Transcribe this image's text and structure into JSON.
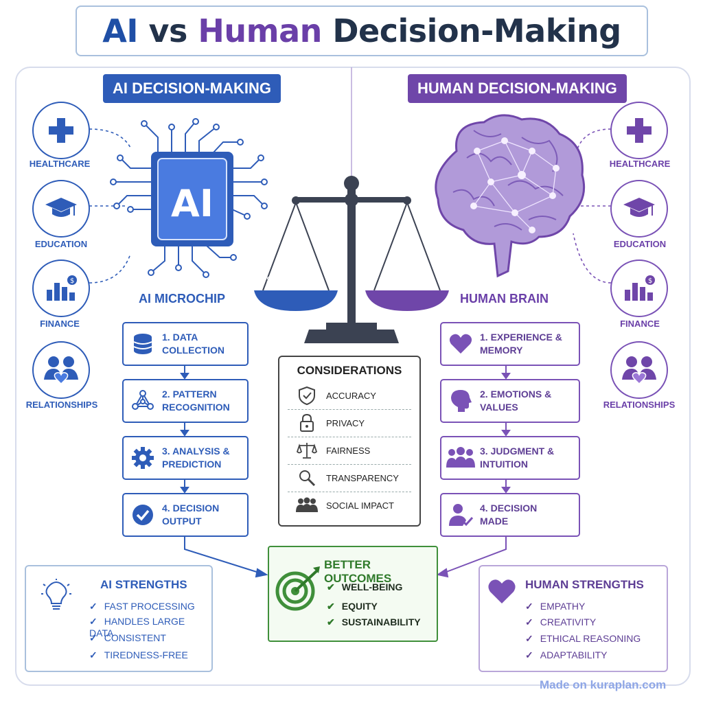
{
  "title": {
    "part1": "AI",
    "part2": "vs",
    "part3": "Human",
    "part4": "Decision-Making"
  },
  "ai": {
    "header": "AI DECISION-MAKING",
    "chip_text": "AI",
    "chip_label": "AI MICROCHIP",
    "domains": [
      "HEALTHCARE",
      "EDUCATION",
      "FINANCE",
      "RELATIONSHIPS"
    ],
    "steps": [
      {
        "num": "1.",
        "text": "DATA\nCOLLECTION"
      },
      {
        "num": "2.",
        "text": "PATTERN\nRECOGNITION"
      },
      {
        "num": "3.",
        "text": "ANALYSIS &\nPREDICTION"
      },
      {
        "num": "4.",
        "text": "DECISION\nOUTPUT"
      }
    ],
    "strengths_title": "AI STRENGTHS",
    "strengths": [
      "FAST PROCESSING",
      "HANDLES LARGE DATA",
      "CONSISTENT",
      "TIREDNESS-FREE"
    ]
  },
  "human": {
    "header": "HUMAN DECISION-MAKING",
    "brain_label": "HUMAN BRAIN",
    "domains": [
      "HEALTHCARE",
      "EDUCATION",
      "FINANCE",
      "RELATIONSHIPS"
    ],
    "steps": [
      {
        "num": "1.",
        "text": "EXPERIENCE &\nMEMORY"
      },
      {
        "num": "2.",
        "text": "EMOTIONS &\nVALUES"
      },
      {
        "num": "3.",
        "text": "JUDGMENT &\nINTUITION"
      },
      {
        "num": "4.",
        "text": "DECISION\nMADE"
      }
    ],
    "strengths_title": "HUMAN STRENGTHS",
    "strengths": [
      "EMPATHY",
      "CREATIVITY",
      "ETHICAL REASONING",
      "ADAPTABILITY"
    ]
  },
  "scale": {
    "left_bowl": "AI\nSTRENGTHS",
    "right_bowl": "HUMAN\nSTRENGTHS"
  },
  "considerations": {
    "title": "CONSIDERATIONS",
    "items": [
      "ACCURACY",
      "PRIVACY",
      "FAIRNESS",
      "TRANSPARENCY",
      "SOCIAL IMPACT"
    ]
  },
  "outcomes": {
    "title": "BETTER OUTCOMES",
    "items": [
      "WELL-BEING",
      "EQUITY",
      "SUSTAINABILITY"
    ]
  },
  "footer": "Made on kuraplan.com",
  "colors": {
    "ai_blue": "#2e5cb8",
    "human_purple": "#6f46a9",
    "outcome_green": "#3f8f3a"
  }
}
